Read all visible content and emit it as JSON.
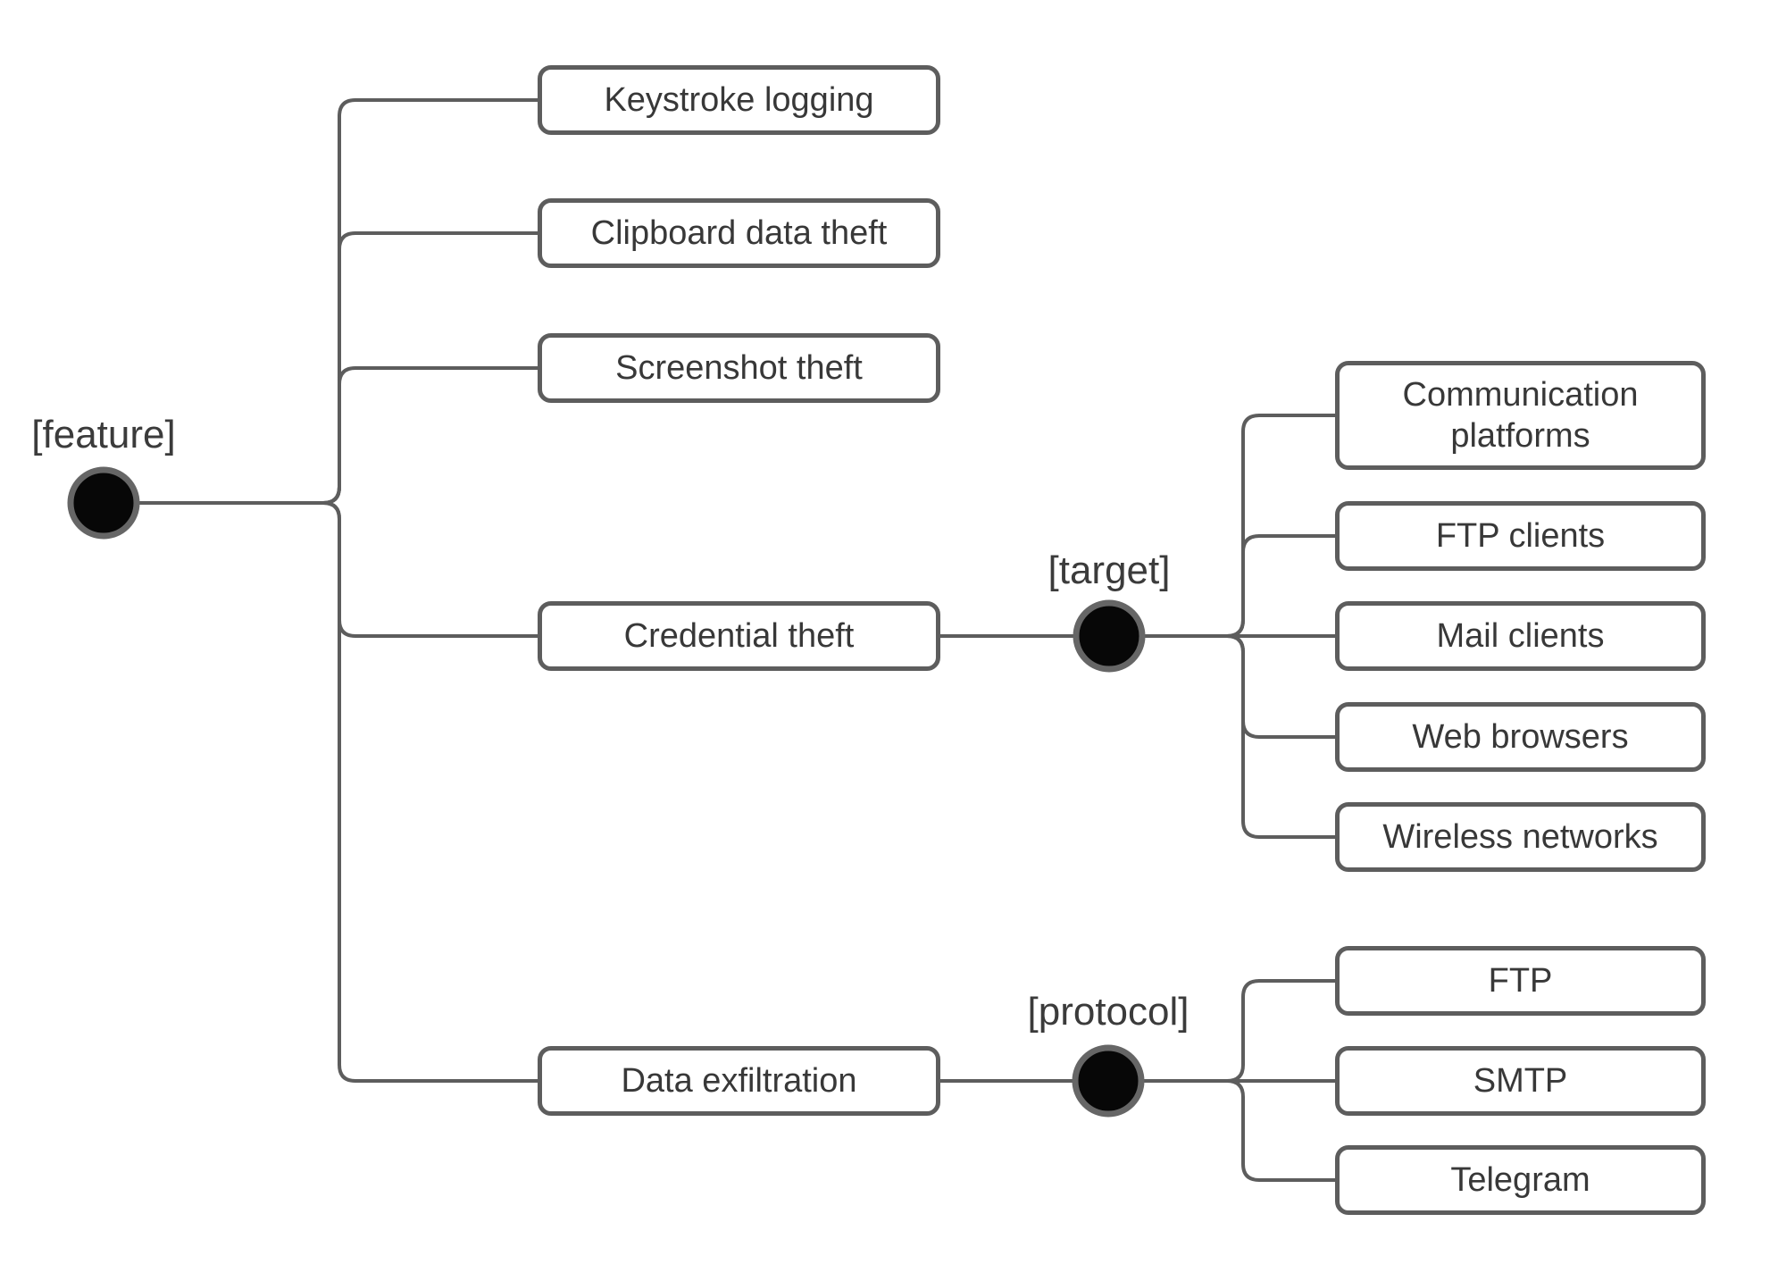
{
  "diagram": {
    "title": "malware feature tree",
    "root": {
      "label": "[feature]"
    },
    "features": [
      {
        "label": "Keystroke logging"
      },
      {
        "label": "Clipboard data theft"
      },
      {
        "label": "Screenshot theft"
      },
      {
        "label": "Credential theft"
      },
      {
        "label": "Data exfiltration"
      }
    ],
    "target_group": {
      "label": "[target]",
      "parent": "Credential theft",
      "children": [
        {
          "label": "Communication platforms"
        },
        {
          "label": "FTP clients"
        },
        {
          "label": "Mail clients"
        },
        {
          "label": "Web browsers"
        },
        {
          "label": "Wireless networks"
        }
      ]
    },
    "protocol_group": {
      "label": "[protocol]",
      "parent": "Data exfiltration",
      "children": [
        {
          "label": "FTP"
        },
        {
          "label": "SMTP"
        },
        {
          "label": "Telegram"
        }
      ]
    },
    "colors": {
      "line": "#5d5d5d",
      "box_border": "#5d5d5d",
      "box_background": "#ffffff",
      "junction_fill": "#070707",
      "junction_stroke": "#666666",
      "text": "#383838",
      "background": "#ffffff"
    }
  }
}
